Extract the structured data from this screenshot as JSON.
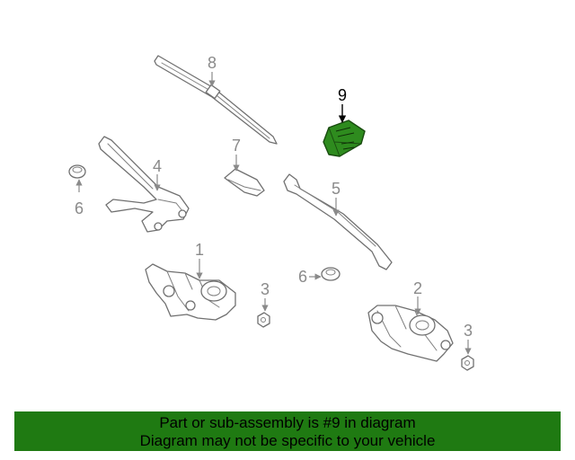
{
  "callouts": {
    "c1": "1",
    "c2": "2",
    "c3a": "3",
    "c3b": "3",
    "c4": "4",
    "c5": "5",
    "c6a": "6",
    "c6b": "6",
    "c7": "7",
    "c8": "8",
    "c9": "9"
  },
  "highlight": {
    "part": "9",
    "color": "#2e8b1e"
  },
  "banner": {
    "line1": "Part or sub-assembly is #9 in diagram",
    "line2": "Diagram may not be specific to your vehicle",
    "background": "#1f7a12"
  }
}
